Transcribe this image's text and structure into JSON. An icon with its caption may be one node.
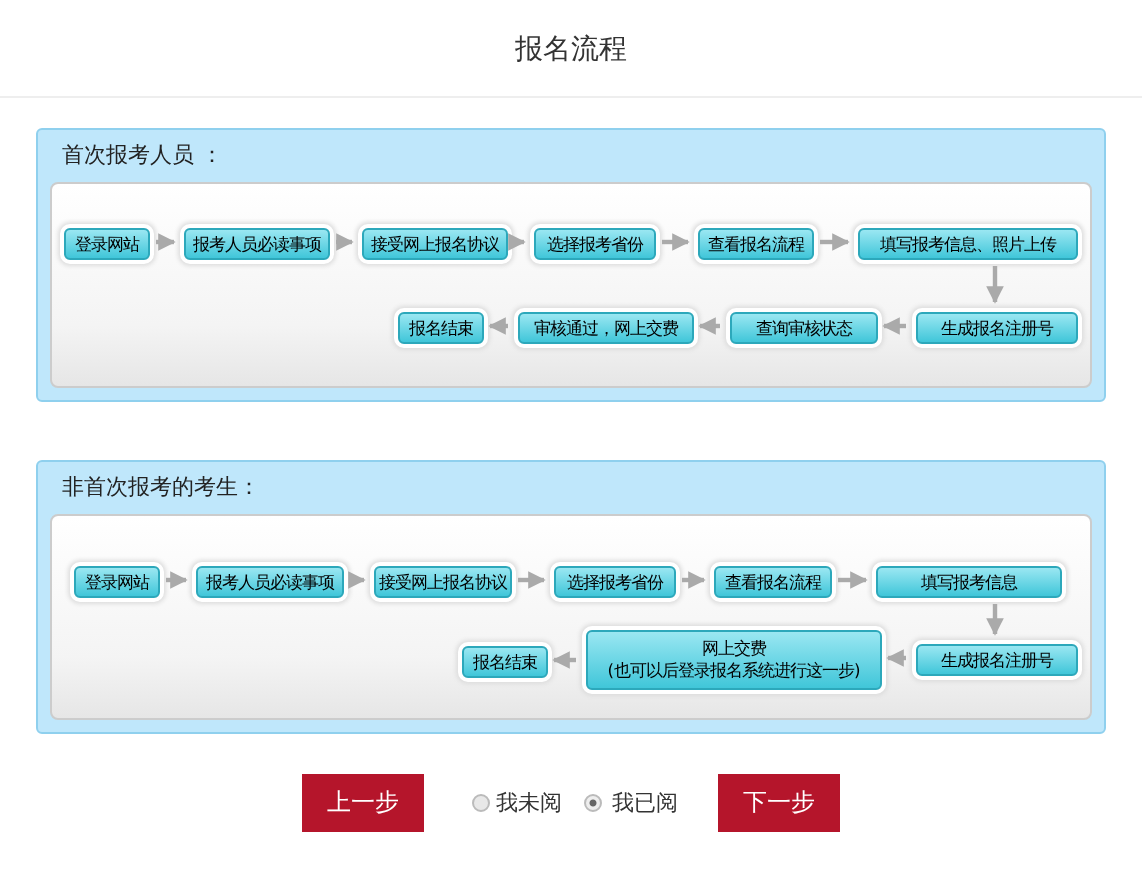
{
  "diagram": {
    "title": "报名流程",
    "nodes": [
      {
        "text": [
          "首次报考人员 ："
        ]
      },
      {
        "text": [
          "登录网站"
        ],
        "in": 0
      },
      {
        "text": [
          "报考人员必读事项"
        ],
        "in": 0
      },
      {
        "text": [
          "接受网上报名协议"
        ],
        "in": 0
      },
      {
        "text": [
          "选择报考省份"
        ],
        "in": 0
      },
      {
        "text": [
          "查看报名流程"
        ],
        "in": 0
      },
      {
        "text": [
          "填写报考信息、照片上传"
        ],
        "in": 0
      },
      {
        "text": [
          "报名结束"
        ],
        "in": 0
      },
      {
        "text": [
          "审核通过，网上交费"
        ],
        "in": 0
      },
      {
        "text": [
          "查询审核状态"
        ],
        "in": 0
      },
      {
        "text": [
          "生成报名注册号"
        ],
        "in": 0
      },
      {
        "text": [
          "非首次报考的考生："
        ]
      },
      {
        "text": [
          "登录网站"
        ],
        "in": 11
      },
      {
        "text": [
          "报考人员必读事项"
        ],
        "in": 11
      },
      {
        "text": [
          "接受网上报名协议"
        ],
        "in": 11
      },
      {
        "text": [
          "选择报考省份"
        ],
        "in": 11
      },
      {
        "text": [
          "查看报名流程"
        ],
        "in": 11
      },
      {
        "text": [
          "填写报考信息"
        ],
        "in": 11
      },
      {
        "text": [
          "报名结束"
        ],
        "in": 11
      },
      {
        "text": [
          "网上交费",
          "(也可以后登录报名系统进行这一步)"
        ],
        "in": 11
      },
      {
        "text": [
          "生成报名注册号"
        ],
        "in": 11
      },
      {
        "text": [
          "上一步"
        ]
      },
      {
        "text": [
          "下一步"
        ]
      }
    ],
    "edges": [
      {
        "from": 1,
        "to": 2,
        "arrow": "to"
      },
      {
        "from": 2,
        "to": 3,
        "arrow": "to"
      },
      {
        "from": 3,
        "to": 4,
        "arrow": "to"
      },
      {
        "from": 4,
        "to": 5,
        "arrow": "to"
      },
      {
        "from": 5,
        "to": 6,
        "arrow": "to"
      },
      {
        "from": 6,
        "to": 10,
        "arrow": "to"
      },
      {
        "from": 10,
        "to": 9,
        "arrow": "to"
      },
      {
        "from": 9,
        "to": 8,
        "arrow": "to"
      },
      {
        "from": 8,
        "to": 7,
        "arrow": "to"
      },
      {
        "from": 12,
        "to": 13,
        "arrow": "to"
      },
      {
        "from": 13,
        "to": 14,
        "arrow": "to"
      },
      {
        "from": 14,
        "to": 15,
        "arrow": "to"
      },
      {
        "from": 15,
        "to": 16,
        "arrow": "to"
      },
      {
        "from": 16,
        "to": 17,
        "arrow": "to"
      },
      {
        "from": 17,
        "to": 20,
        "arrow": "to"
      },
      {
        "from": 20,
        "to": 19,
        "arrow": "to"
      },
      {
        "from": 19,
        "to": 18,
        "arrow": "to"
      }
    ],
    "labels": [
      "我未阅",
      "我已阅"
    ]
  }
}
